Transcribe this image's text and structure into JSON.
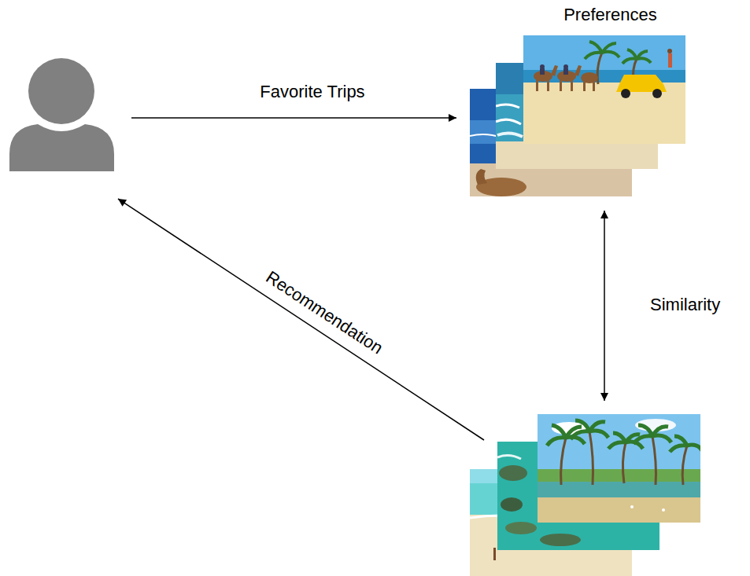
{
  "diagram": {
    "nodes": [
      {
        "text": []
      },
      {
        "text": [
          "Preferences"
        ]
      },
      {
        "text": []
      }
    ],
    "edges": [
      {
        "from": 0,
        "to": 1,
        "label": "Favorite Trips",
        "arrow": "to"
      },
      {
        "from": 1,
        "to": 2,
        "label": "Similarity",
        "arrow": "both"
      },
      {
        "from": 2,
        "to": 0,
        "label": "Recommendation",
        "arrow": "to"
      }
    ]
  }
}
